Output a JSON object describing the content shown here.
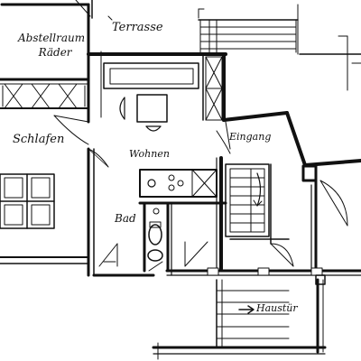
{
  "labels": {
    "abstellraum_line1": "Abstellraum",
    "abstellraum_line2": "Räder",
    "terrasse": "Terrasse",
    "schlafen": "Schlafen",
    "wohnen": "Wohnen",
    "eingang": "Eingang",
    "bad": "Bad",
    "haustuer": "Haustür"
  },
  "colors": {
    "ink": "#111111",
    "paper": "#ffffff"
  }
}
